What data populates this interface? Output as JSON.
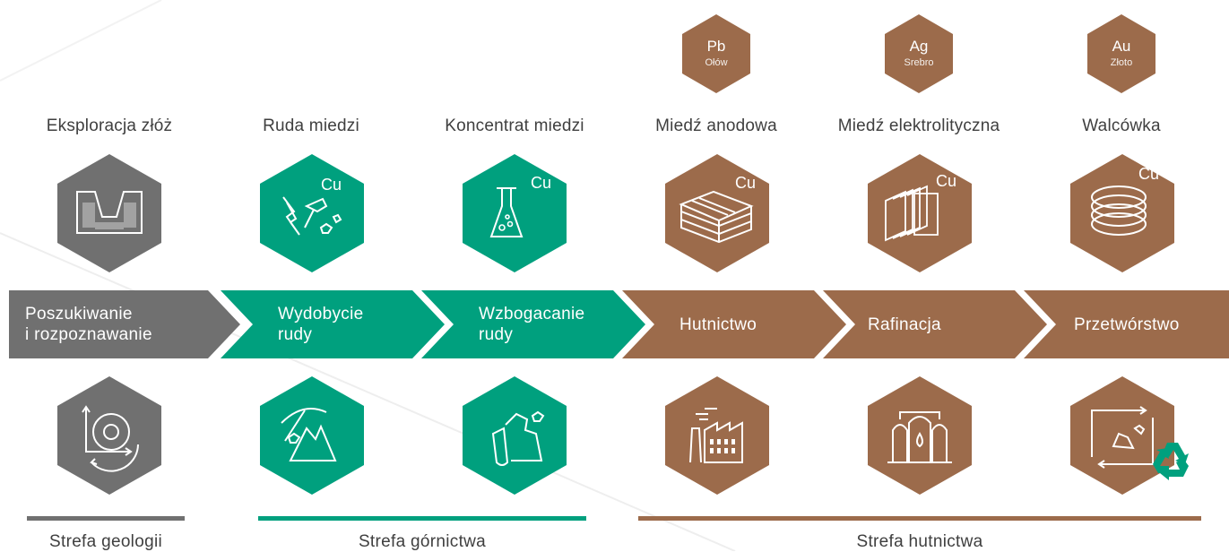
{
  "colors": {
    "gray": "#707070",
    "green": "#00a07e",
    "copper": "#9c6b4b",
    "recycle": "#00a07e"
  },
  "metals": [
    {
      "symbol": "Pb",
      "name": "Ołów"
    },
    {
      "symbol": "Ag",
      "name": "Srebro"
    },
    {
      "symbol": "Au",
      "name": "Złoto"
    }
  ],
  "products": [
    "Eksploracja złóż",
    "Ruda miedzi",
    "Koncentrat miedzi",
    "Miedź anodowa",
    "Miedź elektrolityczna",
    "Walcówka"
  ],
  "cu_label": "Cu",
  "stages": [
    {
      "line1": "Poszukiwanie",
      "line2": "i rozpoznawanie"
    },
    {
      "line1": "Wydobycie",
      "line2": "rudy"
    },
    {
      "line1": "Wzbogacanie",
      "line2": "rudy"
    },
    {
      "line1": "Hutnictwo",
      "line2": ""
    },
    {
      "line1": "Rafinacja",
      "line2": ""
    },
    {
      "line1": "Przetwórstwo",
      "line2": ""
    }
  ],
  "zones": [
    "Strefa geologii",
    "Strefa górnictwa",
    "Strefa hutnictwa"
  ],
  "icons": {
    "top": [
      "open-pit-icon",
      "ore-mining-icon",
      "flask-icon",
      "anode-stack-icon",
      "cathode-sheets-icon",
      "wire-coil-icon"
    ],
    "bottom": [
      "geology-survey-icon",
      "pickaxe-icon",
      "lab-rocks-icon",
      "smelter-factory-icon",
      "refinery-tanks-icon",
      "recycling-process-icon"
    ]
  }
}
